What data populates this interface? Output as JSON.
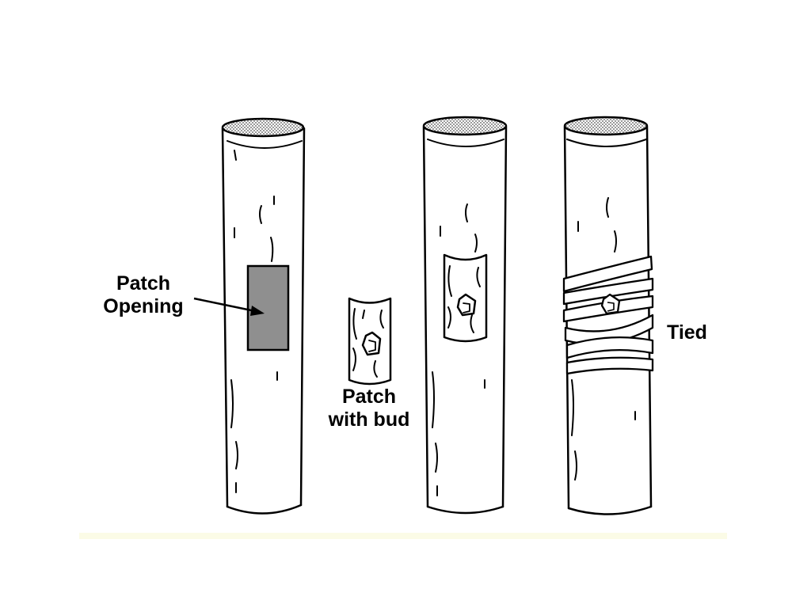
{
  "labels": {
    "patch_opening": [
      "Patch",
      "Opening"
    ],
    "patch_with_bud": [
      "Patch",
      "with bud"
    ],
    "tied": "Tied"
  },
  "colors": {
    "ink": "#000000",
    "opening_fill": "#8f8f8f",
    "hatch": "#9a9a9a",
    "base_strip": "#fbfbe6"
  }
}
